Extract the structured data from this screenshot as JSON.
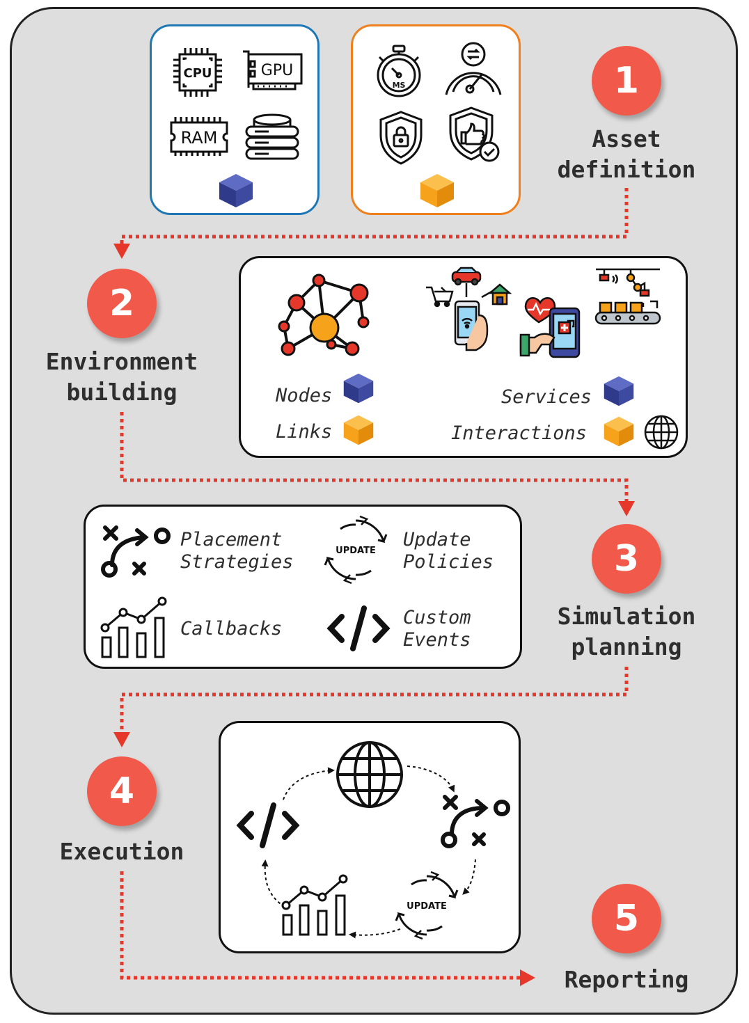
{
  "steps": [
    {
      "number": "1",
      "title_line1": "Asset",
      "title_line2": "definition"
    },
    {
      "number": "2",
      "title_line1": "Environment",
      "title_line2": "building"
    },
    {
      "number": "3",
      "title_line1": "Simulation",
      "title_line2": "planning"
    },
    {
      "number": "4",
      "title_line1": "Execution"
    },
    {
      "number": "5",
      "title_line1": "Reporting"
    }
  ],
  "assets": {
    "hardware_icons": [
      "cpu-icon",
      "gpu-icon",
      "ram-icon",
      "storage-icon"
    ],
    "requirement_icons": [
      "stopwatch-icon",
      "gauge-icon",
      "security-shield-icon",
      "trust-shield-icon"
    ],
    "cpu_text": "CPU",
    "gpu_text": "GPU",
    "ram_text": "RAM",
    "stopwatch_text": "MS"
  },
  "environment": {
    "nodes_label": "Nodes",
    "links_label": "Links",
    "services_label": "Services",
    "interactions_label": "Interactions"
  },
  "planning": {
    "placement_line1": "Placement",
    "placement_line2": "Strategies",
    "update_line1": "Update",
    "update_line2": "Policies",
    "callbacks": "Callbacks",
    "custom_line1": "Custom",
    "custom_line2": "Events",
    "update_icon_text": "UPDATE"
  },
  "execution": {
    "cycle_icons": [
      "globe-icon",
      "placement-icon",
      "update-icon",
      "chart-icon",
      "code-icon"
    ],
    "update_icon_text": "UPDATE"
  },
  "colors": {
    "badge": "#f15a4a",
    "arrow": "#e5382b",
    "blue_cube": "#3d4aa0",
    "orange_cube": "#f7a21b",
    "hardware_border": "#1f78b4",
    "requirements_border": "#f07f1e",
    "background": "#dedede"
  }
}
